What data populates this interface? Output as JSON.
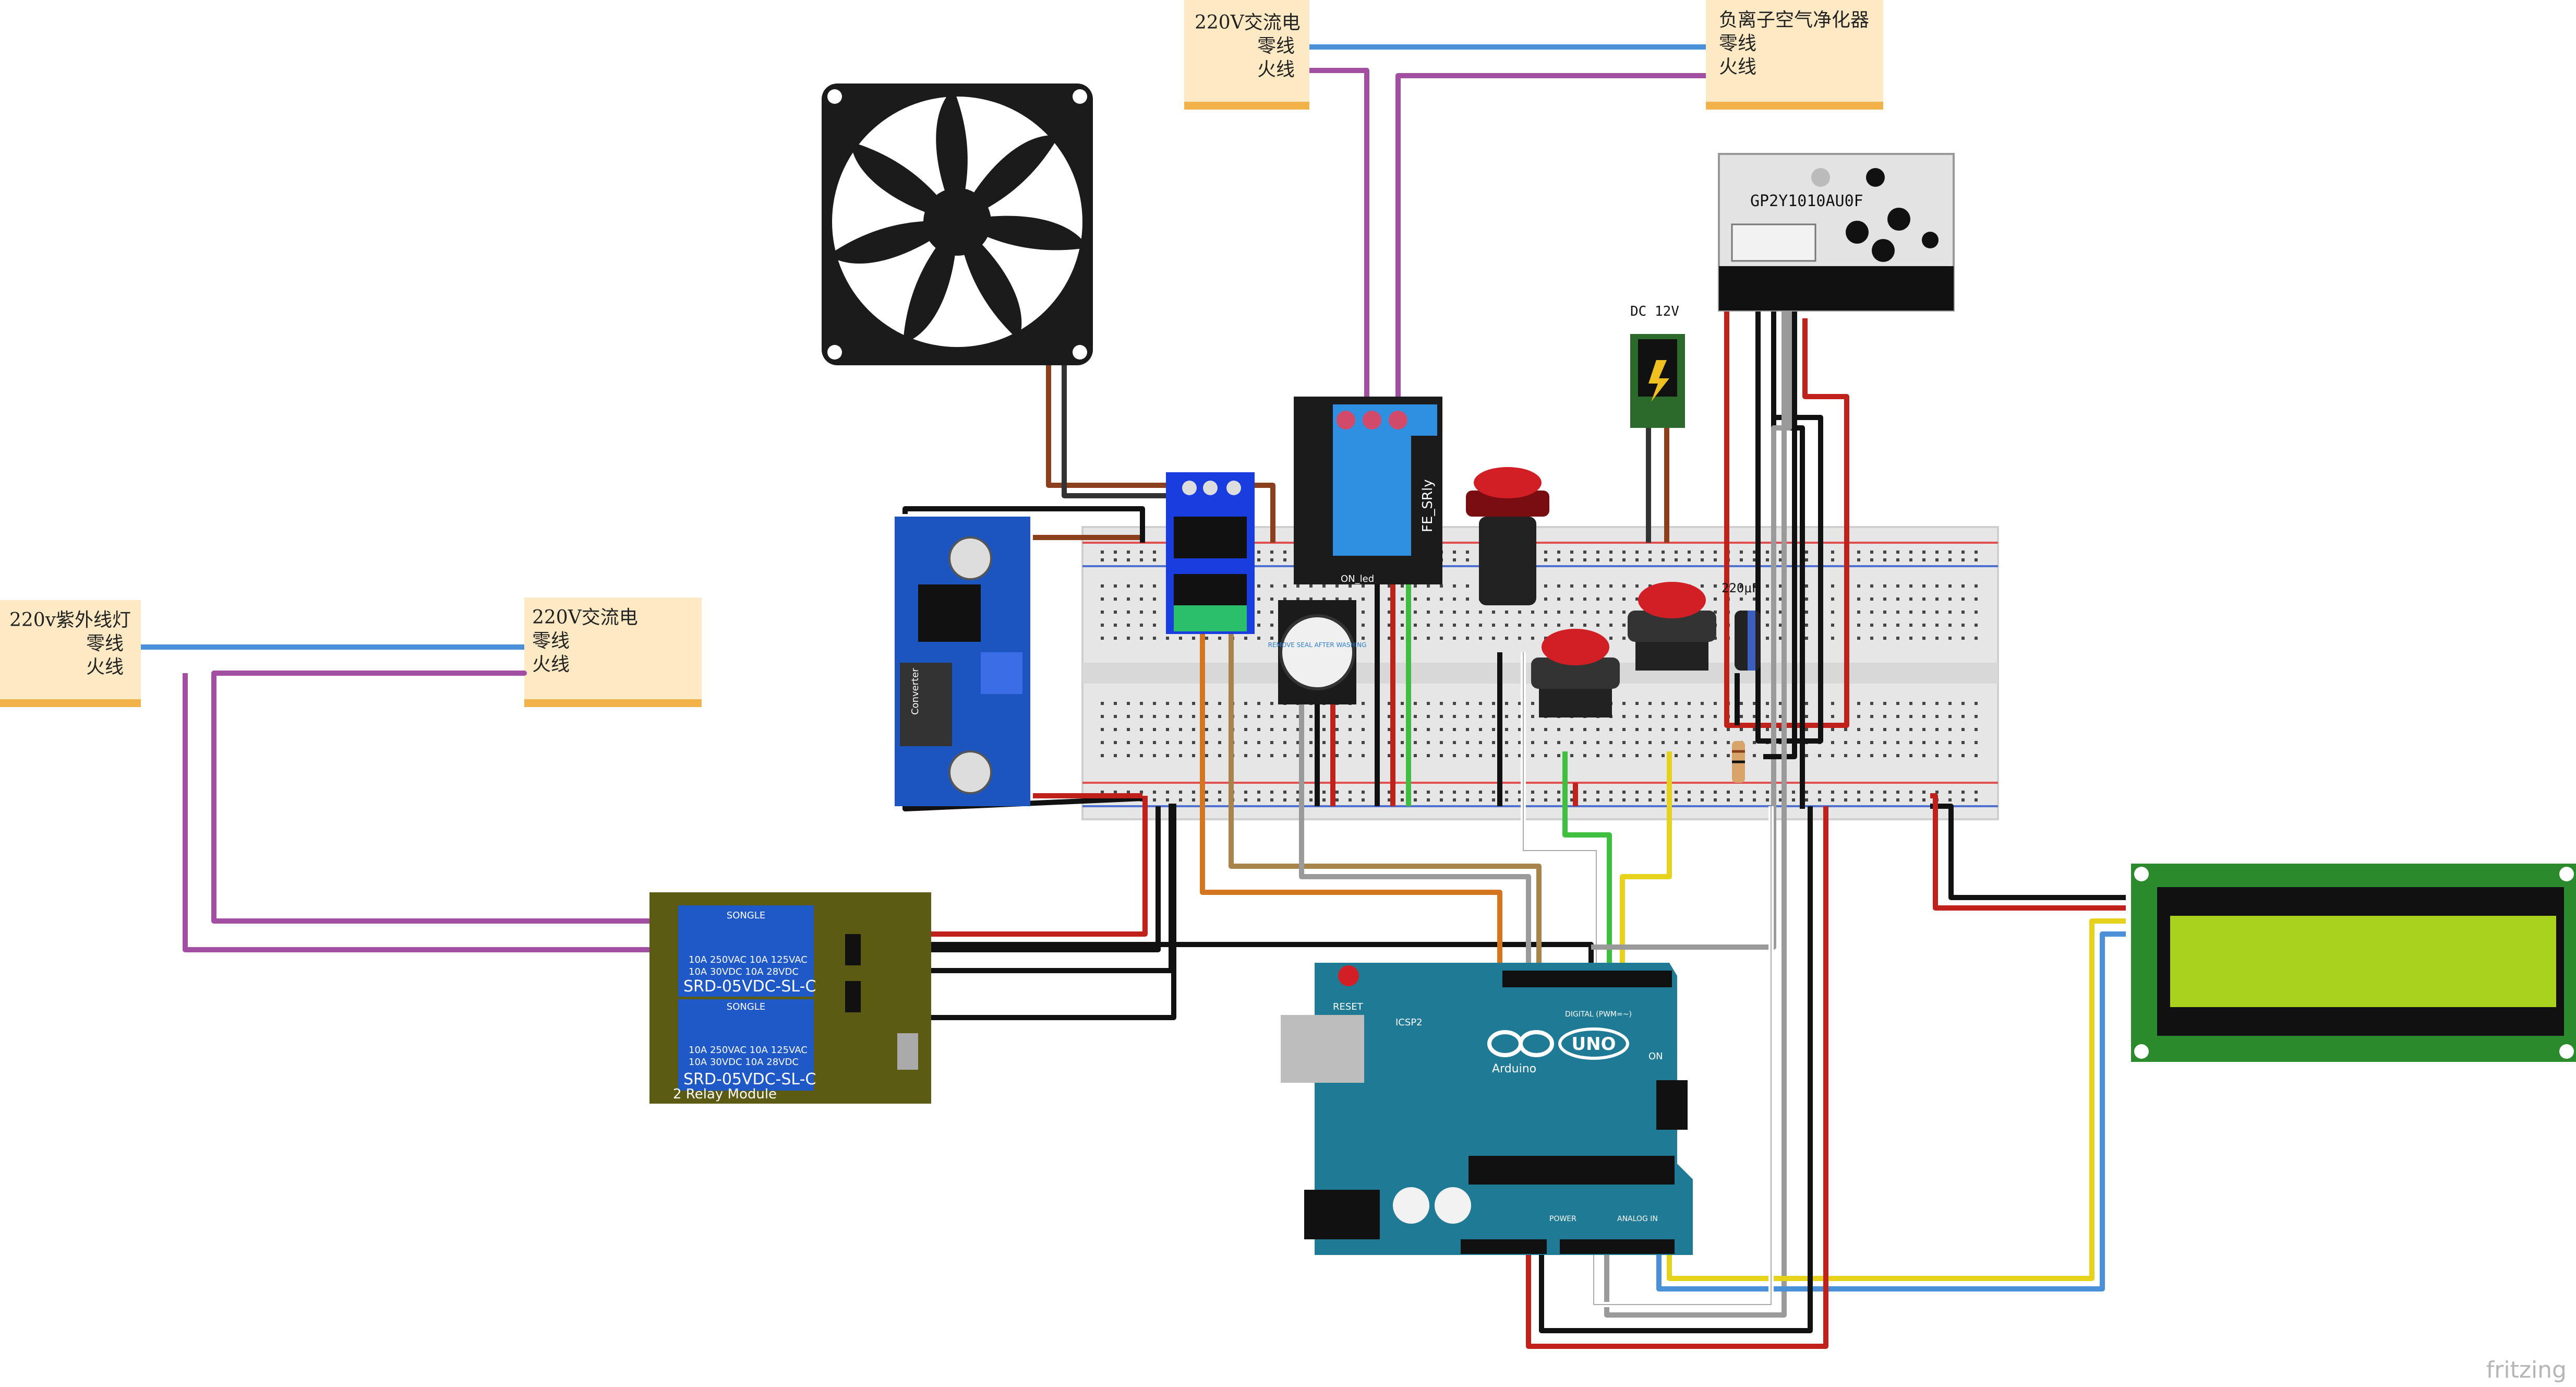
{
  "notes": {
    "mains_top": {
      "line1": "220V交流电",
      "line2": "零线",
      "line3": "火线"
    },
    "purifier": {
      "line1": "负离子空气净化器",
      "line2": "零线",
      "line3": "火线"
    },
    "uv_lamp": {
      "line1": "220v紫外线灯",
      "line2": "零线",
      "line3": "火线"
    },
    "mains_left": {
      "line1": "220V交流电",
      "line2": "零线",
      "line3": "火线"
    }
  },
  "labels": {
    "dust_sensor": "GP2Y1010AU0F",
    "dc_jack": "DC 12V",
    "capacitor": "220μF",
    "relay_single": "FE_SRly",
    "relay_single_led": "ON_led",
    "relay_module_brand": "SONGLE",
    "relay_model": "SRD-05VDC-SL-C",
    "relay_spec1": "10A 250VAC  10A 125VAC",
    "relay_spec2": "10A  30VDC  10A 28VDC",
    "relay_module_name": "2 Relay Module",
    "buzzer": "REMOVE SEAL AFTER WASHING",
    "buck_converter": "Converter",
    "arduino_logo": "UNO",
    "arduino_brand": "Arduino",
    "arduino_reset": "RESET",
    "arduino_icsp": "ICSP2",
    "arduino_digital": "DIGITAL (PWM=~)",
    "arduino_power": "POWER",
    "arduino_analog": "ANALOG IN",
    "arduino_on": "ON",
    "watermark": "fritzing"
  },
  "colors": {
    "wire_blue": "#4a90d9",
    "wire_purple": "#a14ea3",
    "wire_red": "#c0211a",
    "wire_black": "#111111",
    "wire_brown": "#8b3f1c",
    "wire_orange": "#d4761f",
    "wire_gray": "#9a9a9a",
    "wire_green": "#3fbf3f",
    "wire_yellow": "#e6d21a",
    "arduino_body": "#1f7a96",
    "breadboard": "#e6e6e6",
    "note_paper": "#fde9c4"
  }
}
